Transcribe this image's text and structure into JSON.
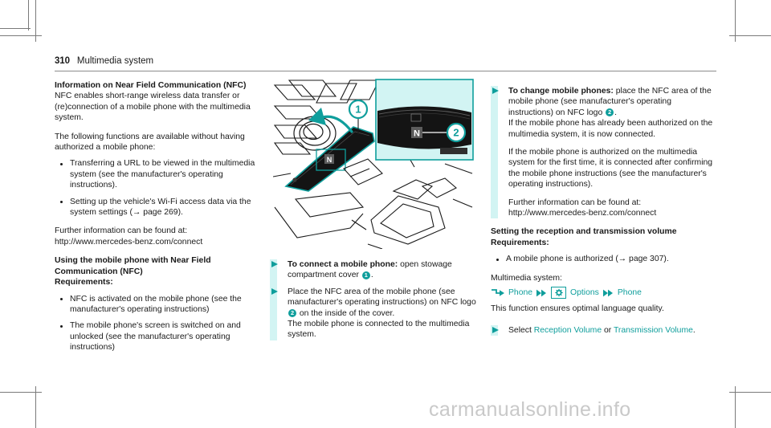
{
  "header": {
    "page_number": "310",
    "title": "Multimedia system"
  },
  "left_column": {
    "heading": "Information on Near Field Communication (NFC)",
    "intro": "NFC enables short-range wireless data transfer or (re)connection of a mobile phone with the multimedia system.",
    "available_lead": "The following functions are available without having authorized a mobile phone:",
    "bullets": [
      "Transferring a URL to be viewed in the multimedia system (see the manufacturer's operating instructions).",
      "Setting up the vehicle's Wi-Fi access data via the system settings (→ page 269)."
    ],
    "further_info": "Further information can be found at: http://www.mercedes-benz.com/connect",
    "heading2": "Using the mobile phone with Near Field Communication (NFC)",
    "requirements_label": "Requirements:",
    "requirement_bullets": [
      "NFC is activated on the mobile phone (see the manufacturer's operating instructions)",
      "The mobile phone's screen is switched on and unlocked (see the manufacturer's operating instructions)"
    ]
  },
  "middle_column": {
    "steps": [
      {
        "bold": "To connect a mobile phone:",
        "text_before": " open stowage compartment cover ",
        "callout": "1",
        "text_after": "."
      },
      {
        "bold": "",
        "text_before": "Place the NFC area of the mobile phone (see manufacturer's operating instructions) on NFC logo ",
        "callout": "2",
        "text_after": " on the inside of the cover.",
        "continuation": "The mobile phone is connected to the multimedia system."
      }
    ]
  },
  "right_column": {
    "step": {
      "bold": "To change mobile phones:",
      "text_before": " place the NFC area of the mobile phone (see manufacturer's operating instructions) on NFC logo ",
      "callout": "2",
      "text_after": ".",
      "continuation": "If the mobile phone has already been authorized on the multimedia system, it is now connected.",
      "para2": "If the mobile phone is authorized on the multimedia system for the first time, it is connected after confirming the mobile phone instructions (see the manufacturer's operating instructions).",
      "para3": "Further information can be found at: http://www.mercedes-benz.com/connect"
    },
    "heading": "Setting the reception and transmission volume",
    "requirements_label": "Requirements:",
    "requirement_bullets": [
      "A mobile phone is authorized (→ page 307)."
    ],
    "multimedia_label": "Multimedia system:",
    "menu_path": {
      "item1": "Phone",
      "gear_icon": "gear-icon",
      "item2": "Options",
      "item3": "Phone"
    },
    "note": "This function ensures optimal language quality.",
    "select_step": {
      "prefix": "Select ",
      "term1": "Reception Volume",
      "middle": " or ",
      "term2": "Transmission Volume",
      "suffix": "."
    }
  },
  "illustration": {
    "caption_callouts": [
      "1",
      "2"
    ],
    "nfc_logo_label": "N"
  },
  "watermark": "carmanualsonline.info",
  "colors": {
    "accent": "#0f9e9c",
    "band": "#d2f4f3",
    "text": "#1a1a1a"
  }
}
